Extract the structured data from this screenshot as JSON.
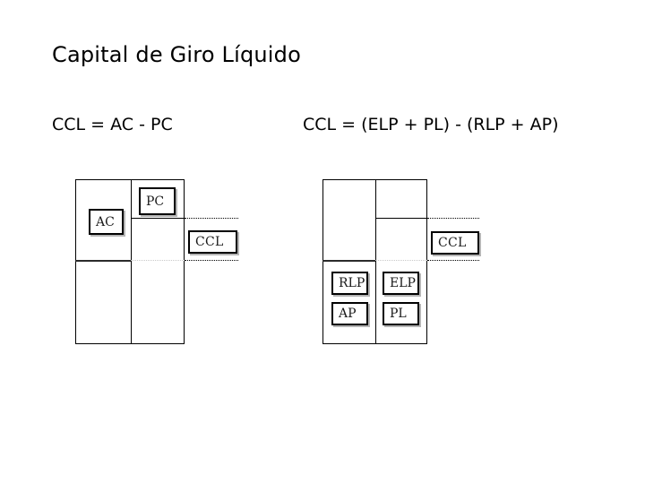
{
  "slide": {
    "title": "Capital de Giro Líquido",
    "background_color": "#ffffff",
    "text_color": "#000000"
  },
  "formulas": {
    "left": "CCL = AC - PC",
    "right": "CCL = (ELP + PL) - (RLP + AP)"
  },
  "diagram_left": {
    "name": "balance-sheet-short-term",
    "labels": {
      "ac": "AC",
      "pc": "PC",
      "ccl": "CCL"
    }
  },
  "diagram_right": {
    "name": "balance-sheet-long-term",
    "labels": {
      "rlp": "RLP",
      "ap": "AP",
      "elp": "ELP",
      "pl": "PL",
      "ccl": "CCL"
    }
  }
}
